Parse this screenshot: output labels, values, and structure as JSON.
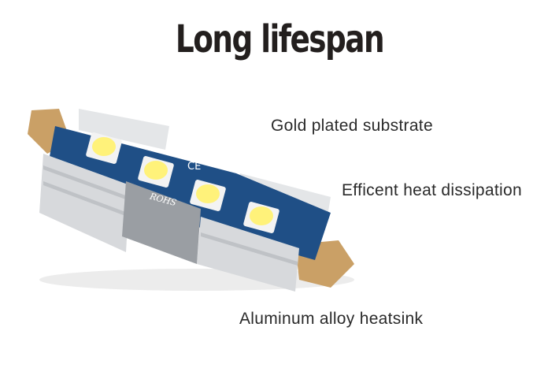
{
  "title": "Long lifespan",
  "features": [
    {
      "label": "Gold plated substrate"
    },
    {
      "label": "Efficent heat dissipation"
    },
    {
      "label": "Aluminum alloy heatsink"
    }
  ],
  "product": {
    "description": "festoon LED bulb with 4 SMD LEDs on blue PCB",
    "pcb_markings": [
      "CE",
      "ROHS"
    ],
    "led_count": 4,
    "colors": {
      "pcb": "#1f4f86",
      "led": "#fff27a",
      "gold": "#caa066",
      "aluminum": "#d7d9dc"
    }
  }
}
